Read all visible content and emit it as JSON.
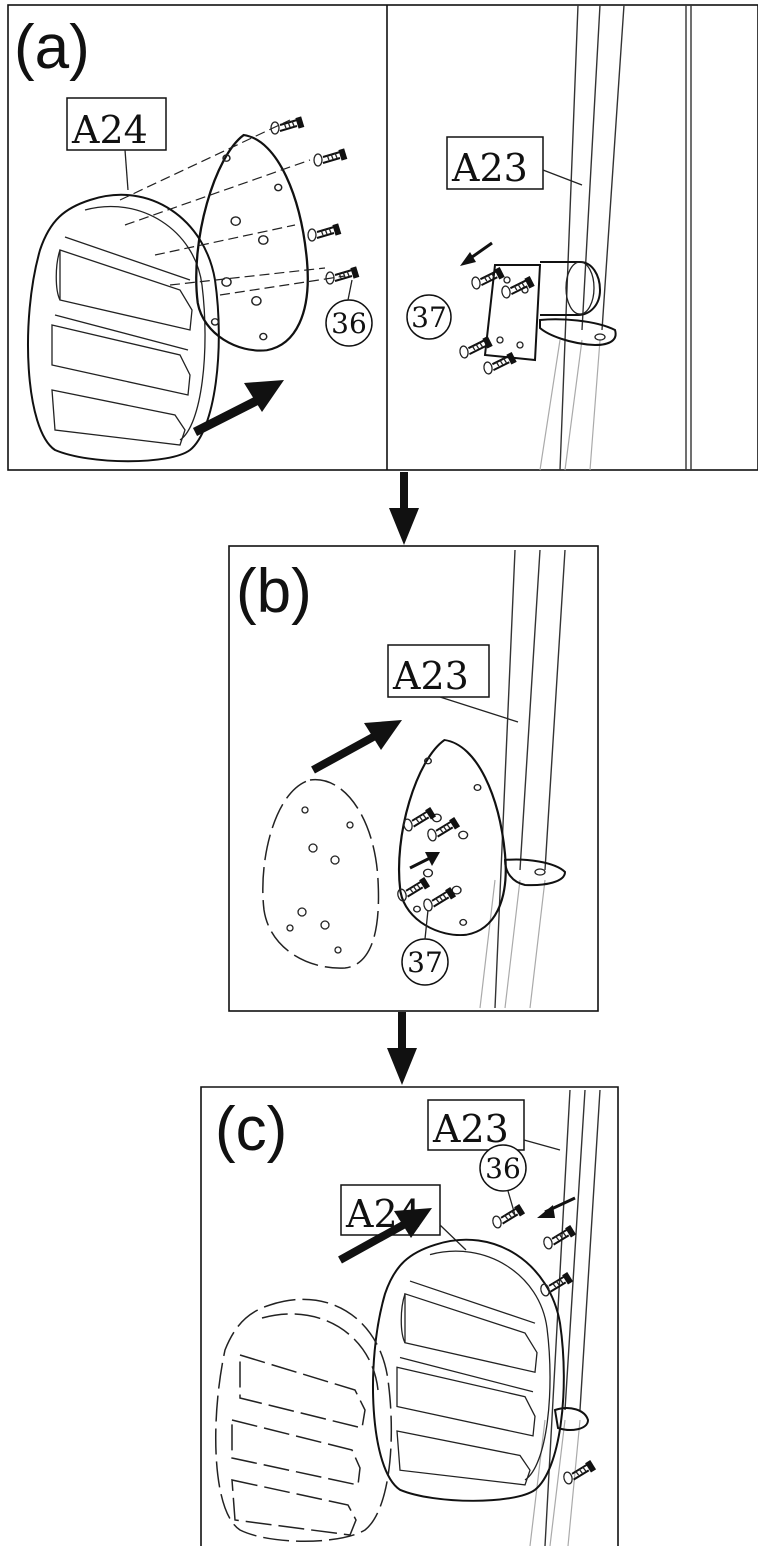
{
  "panels": {
    "a": {
      "letter": "(a)",
      "part_left": "A24",
      "part_right": "A23",
      "fastener_left": "36",
      "fastener_right": "37"
    },
    "b": {
      "letter": "(b)",
      "part": "A23",
      "fastener": "37"
    },
    "c": {
      "letter": "(c)",
      "part_pole": "A23",
      "part_pad": "A24",
      "fastener": "36"
    }
  }
}
